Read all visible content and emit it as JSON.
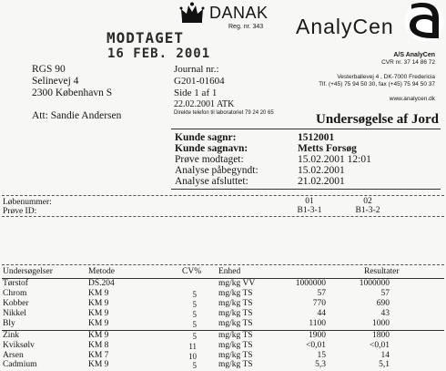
{
  "header": {
    "stamp_label": "MODTAGET",
    "stamp_date": "16 FEB. 2001",
    "danak": "DANAK",
    "reg_nr": "Reg. nr. 343",
    "company": "AnalyCen",
    "company_legal": "A/S AnalyCen",
    "cvr": "CVR nr. 37 14 86 72",
    "address_line": "Vesterballevej 4 , DK-7000 Fredericia",
    "phone_line": "Tlf. (+45) 75 94 50 30, fax (+45) 75 94 50 37",
    "web": "www.analycen.dk"
  },
  "recipient": {
    "name": "RGS 90",
    "street": "Selinevej 4",
    "city": "2300  København S",
    "attention": "Att: Sandie Andersen"
  },
  "journal": {
    "label": "Journal nr.:",
    "number": "G201-01604",
    "page": "Side 1 af 1",
    "date_sig": "22.02.2001  ATK",
    "direct_phone": "Direkte telefon til laboratoriet 79 24 20 65"
  },
  "title": "Undersøgelse af Jord",
  "info": [
    {
      "label": "Kunde sagnr:",
      "value": "1512001",
      "bold": true
    },
    {
      "label": "Kunde sagnavn:",
      "value": "Metts Forsøg",
      "bold": true
    },
    {
      "label": "Prøve modtaget:",
      "value": "15.02.2001  12:01",
      "bold": false
    },
    {
      "label": "Analyse påbegyndt:",
      "value": "15.02.2001",
      "bold": false
    },
    {
      "label": "Analyse afsluttet:",
      "value": "21.02.2001",
      "bold": false
    }
  ],
  "samples": {
    "lobenummer_label": "Løbenummer:",
    "prove_id_label": "Prøve ID:",
    "lobenumre": [
      "01",
      "02"
    ],
    "ids": [
      "B1-3-1",
      "B1-3-2"
    ]
  },
  "table": {
    "headers": {
      "parameter": "Undersøgelser",
      "method": "Metode",
      "cv": "CV%",
      "unit": "Enhed",
      "results": "Resultater"
    },
    "rows": [
      {
        "parameter": "Tørstof",
        "method": "DS.204",
        "cv": "",
        "unit": "mg/kg VV",
        "r1": "1000000",
        "r2": "1000000"
      },
      {
        "parameter": "Chrom",
        "method": "KM 9",
        "cv": "5",
        "unit": "mg/kg TS",
        "r1": "57",
        "r2": "57"
      },
      {
        "parameter": "Kobber",
        "method": "KM 9",
        "cv": "5",
        "unit": "mg/kg TS",
        "r1": "770",
        "r2": "690"
      },
      {
        "parameter": "Nikkel",
        "method": "KM 9",
        "cv": "5",
        "unit": "mg/kg TS",
        "r1": "44",
        "r2": "43"
      },
      {
        "parameter": "Bly",
        "method": "KM 9",
        "cv": "5",
        "unit": "mg/kg TS",
        "r1": "1100",
        "r2": "1000"
      },
      {
        "parameter": "Zink",
        "method": "KM 9",
        "cv": "5",
        "unit": "mg/kg TS",
        "r1": "1900",
        "r2": "1800"
      },
      {
        "parameter": "Kviksølv",
        "method": "KM 8",
        "cv": "11",
        "unit": "mg/kg TS",
        "r1": "<0,01",
        "r2": "<0,01"
      },
      {
        "parameter": "Arsen",
        "method": "KM 7",
        "cv": "10",
        "unit": "mg/kg TS",
        "r1": "15",
        "r2": "14"
      },
      {
        "parameter": "Cadmium",
        "method": "KM 9",
        "cv": "5",
        "unit": "mg/kg TS",
        "r1": "5,3",
        "r2": "5,1"
      }
    ]
  }
}
